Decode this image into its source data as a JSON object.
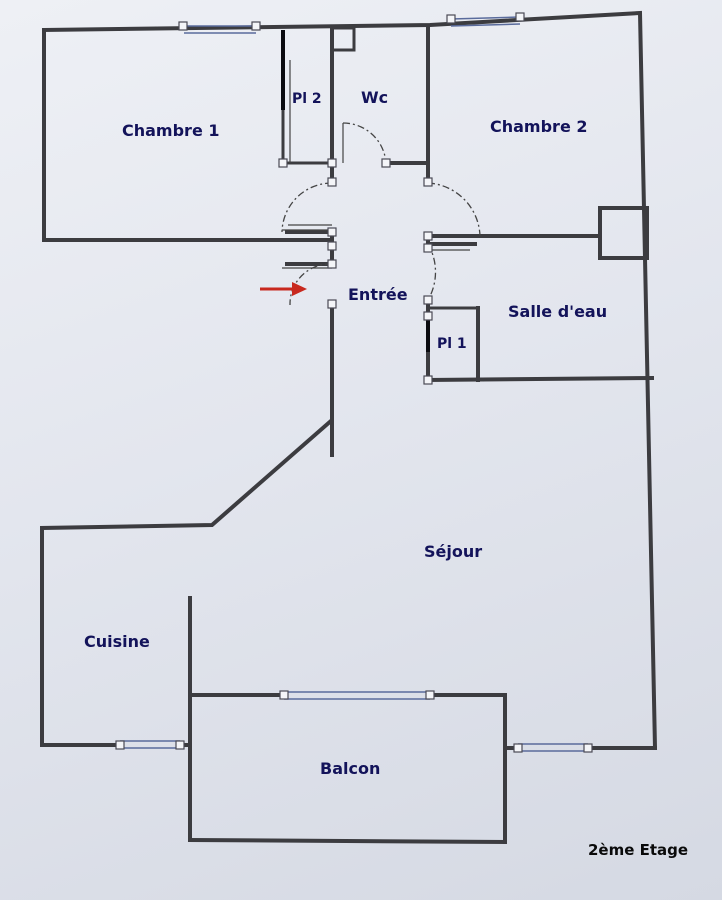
{
  "floor_plan": {
    "floor_label": "2ème Etage",
    "rooms": {
      "chambre1": "Chambre 1",
      "pl2": "Pl 2",
      "wc": "Wc",
      "chambre2": "Chambre 2",
      "entree": "Entrée",
      "salle_eau": "Salle d'eau",
      "pl1": "Pl 1",
      "sejour": "Séjour",
      "cuisine": "Cuisine",
      "balcon": "Balcon"
    },
    "colors": {
      "wall": "#3c3c40",
      "label": "#13135a",
      "entry_arrow": "#c8281e",
      "window": "#5a6b9c"
    },
    "icons": [
      "entry-arrow-icon"
    ]
  }
}
